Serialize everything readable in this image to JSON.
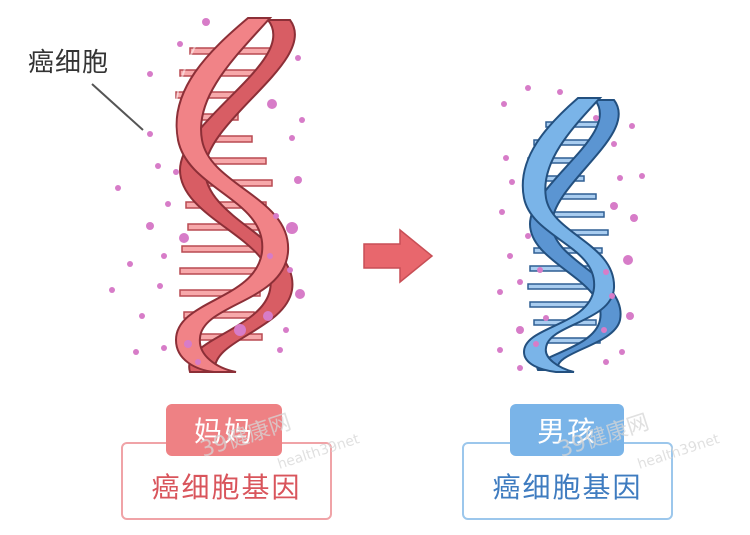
{
  "callout": {
    "label": "癌细胞"
  },
  "mother": {
    "tag": "妈妈",
    "gene": "癌细胞基因",
    "color": "#ee8184"
  },
  "boy": {
    "tag": "男孩",
    "gene": "癌细胞基因",
    "color": "#7ab4e8"
  },
  "watermark": {
    "brand": "39健康网",
    "url": "health39net"
  },
  "arrow": {
    "color": "#e8676d"
  }
}
